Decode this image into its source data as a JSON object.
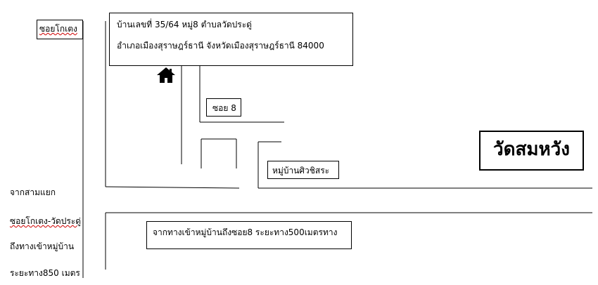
{
  "labels": {
    "soi_top": "ซอยโกเตง",
    "address_line1": "บ้านเลขที่ 35/64 หมู่8 ตำบลวัดประดู่",
    "address_line2": "อำเภอเมืองสุราษฎร์ธานี จังหวัดเมืองสุราษฎร์ธานี 84000",
    "soi8": "ซอย 8",
    "village": "หมู่บ้านศิวชิสระ",
    "temple": "วัดสมหวัง",
    "route": "จากทางเข้าหมู่บ้านถึงซอย8 ระยะทาง500เมตรทาง",
    "left1": "จากสามแยก",
    "left2": "ซอยโกเตง-วัดประดู่",
    "left3": "ถึงทางเข้าหมู่บ้าน",
    "left4": "ระยะทาง850 เมตร"
  },
  "icons": {
    "home": "home-icon"
  }
}
